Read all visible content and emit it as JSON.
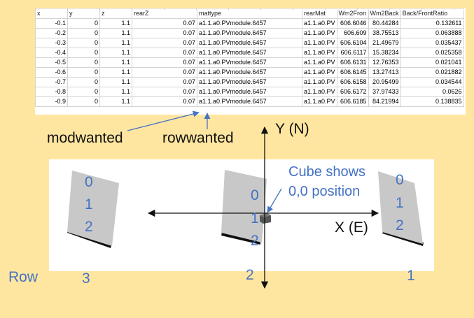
{
  "spreadsheet": {
    "columns": [
      "x",
      "y",
      "z",
      "rearZ",
      "mattype",
      "rearMat",
      "Wm2Fron",
      "Wm2Back",
      "Back/FrontRatio"
    ],
    "rows": [
      [
        "-0.1",
        "0",
        "1.1",
        "0.07",
        "a1.1.a0.PVmodule.6457",
        "a1.1.a0.PV",
        "606.6046",
        "80.44284",
        "0.132611"
      ],
      [
        "-0.2",
        "0",
        "1.1",
        "0.07",
        "a1.1.a0.PVmodule.6457",
        "a1.1.a0.PV",
        "606.609",
        "38.75513",
        "0.063888"
      ],
      [
        "-0.3",
        "0",
        "1.1",
        "0.07",
        "a1.1.a0.PVmodule.6457",
        "a1.1.a0.PV",
        "606.6104",
        "21.49679",
        "0.035437"
      ],
      [
        "-0.4",
        "0",
        "1.1",
        "0.07",
        "a1.1.a0.PVmodule.6457",
        "a1.1.a0.PV",
        "606.6117",
        "15.38234",
        "0.025358"
      ],
      [
        "-0.5",
        "0",
        "1.1",
        "0.07",
        "a1.1.a0.PVmodule.6457",
        "a1.1.a0.PV",
        "606.6131",
        "12.76353",
        "0.021041"
      ],
      [
        "-0.6",
        "0",
        "1.1",
        "0.07",
        "a1.1.a0.PVmodule.6457",
        "a1.1.a0.PV",
        "606.6145",
        "13.27413",
        "0.021882"
      ],
      [
        "-0.7",
        "0",
        "1.1",
        "0.07",
        "a1.1.a0.PVmodule.6457",
        "a1.1.a0.PV",
        "606.6158",
        "20.95499",
        "0.034544"
      ],
      [
        "-0.8",
        "0",
        "1.1",
        "0.07",
        "a1.1.a0.PVmodule.6457",
        "a1.1.a0.PV",
        "606.6172",
        "37.97433",
        "0.0626"
      ],
      [
        "-0.9",
        "0",
        "1.1",
        "0.07",
        "a1.1.a0.PVmodule.6457",
        "a1.1.a0.PV",
        "606.6185",
        "84.21994",
        "0.138835"
      ]
    ]
  },
  "annotations": {
    "modwanted": "modwanted",
    "rowwanted": "rowwanted",
    "y_axis": "Y (N)",
    "x_axis": "X (E)",
    "cube_note_line1": "Cube shows",
    "cube_note_line2": "0,0 position",
    "row_label": "Row"
  },
  "modules": {
    "left": [
      "0",
      "1",
      "2"
    ],
    "center": [
      "0",
      "1",
      "2"
    ],
    "right": [
      "0",
      "1",
      "2"
    ]
  },
  "row_numbers": {
    "left": "3",
    "center": "2",
    "right": "1"
  },
  "colors": {
    "background": "#FFE6A0",
    "label_blue": "#4472C4",
    "panel_gray": "#C8C8C8",
    "panel_shadow": "#111111"
  }
}
